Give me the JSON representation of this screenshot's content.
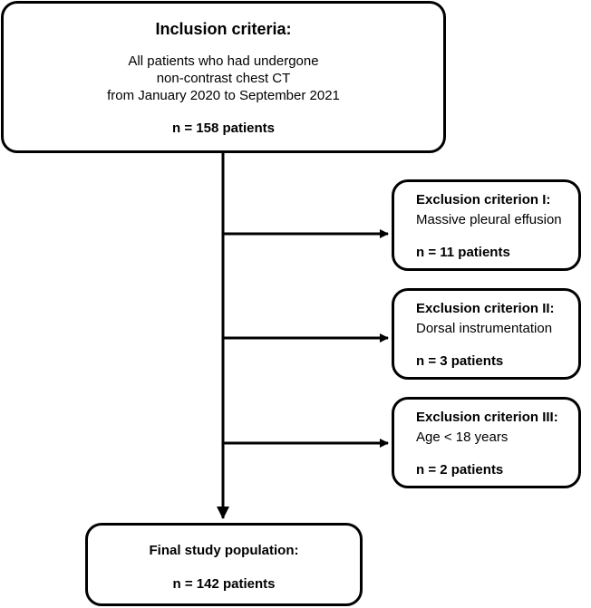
{
  "inclusion": {
    "title": "Inclusion criteria:",
    "lines": [
      "All patients who had undergone",
      "non-contrast chest CT",
      "from January 2020 to September 2021"
    ],
    "count": "n = 158 patients"
  },
  "exclusions": [
    {
      "title": "Exclusion criterion I:",
      "reason": "Massive pleural effusion",
      "count": "n = 11 patients"
    },
    {
      "title": "Exclusion criterion II:",
      "reason": "Dorsal instrumentation",
      "count": "n = 3 patients"
    },
    {
      "title": "Exclusion criterion III:",
      "reason": "Age < 18 years",
      "count": "n = 2 patients"
    }
  ],
  "final": {
    "title": "Final study population:",
    "count": "n = 142 patients"
  },
  "colors": {
    "stroke": "#000000",
    "background": "#ffffff"
  }
}
